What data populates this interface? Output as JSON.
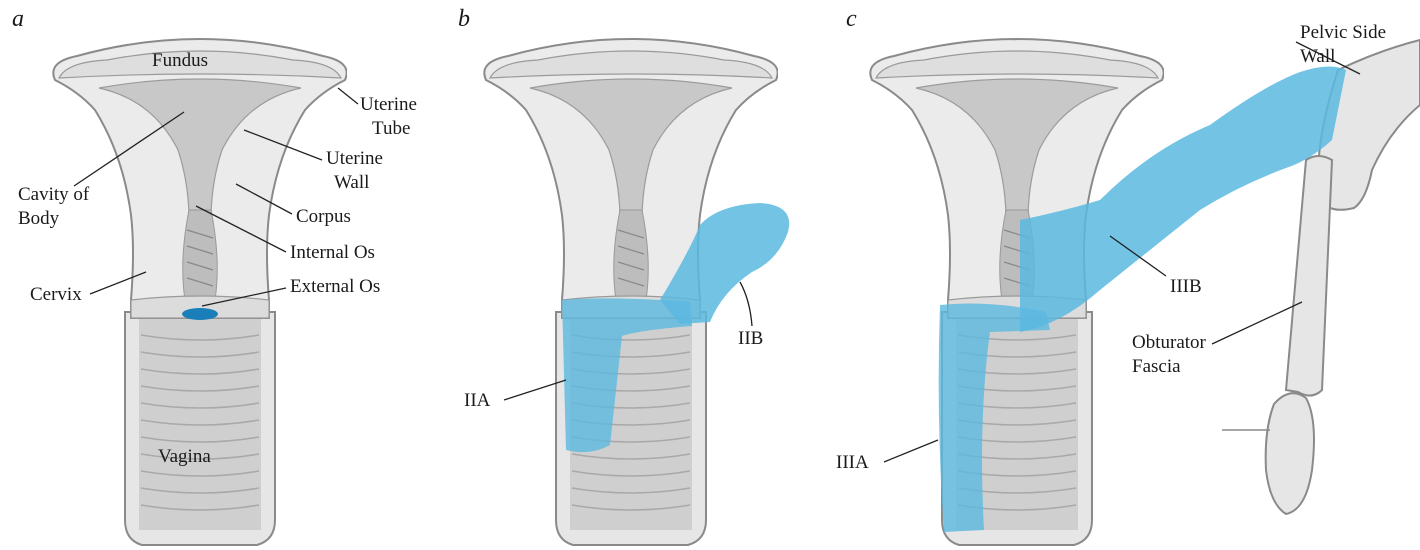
{
  "panels": [
    {
      "letter": "a",
      "labels": {
        "fundus": "Fundus",
        "uterine_tube": [
          "Uterine",
          "Tube"
        ],
        "cavity_of_body": [
          "Cavity of",
          "Body"
        ],
        "uterine_wall": [
          "Uterine",
          "Wall"
        ],
        "corpus": "Corpus",
        "internal_os": "Internal Os",
        "external_os": "External Os",
        "cervix": "Cervix",
        "vagina": "Vagina"
      }
    },
    {
      "letter": "b",
      "labels": {
        "stage_2b": "IIB",
        "stage_2a": "IIA"
      }
    },
    {
      "letter": "c",
      "labels": {
        "pelvic_side_wall": [
          "Pelvic Side",
          "Wall"
        ],
        "stage_3b": "IIIB",
        "obturator_fascia": [
          "Obturator",
          "Fascia"
        ],
        "stage_3a": "IIIA"
      }
    }
  ],
  "colors": {
    "tumor": "#5bb8e0",
    "external_os_mark": "#1a7fb8",
    "tissue_light": "#ececec",
    "tissue_mid": "#d4d4d4",
    "tissue_dark": "#b8b8b8",
    "outline": "#8a8a8a"
  }
}
